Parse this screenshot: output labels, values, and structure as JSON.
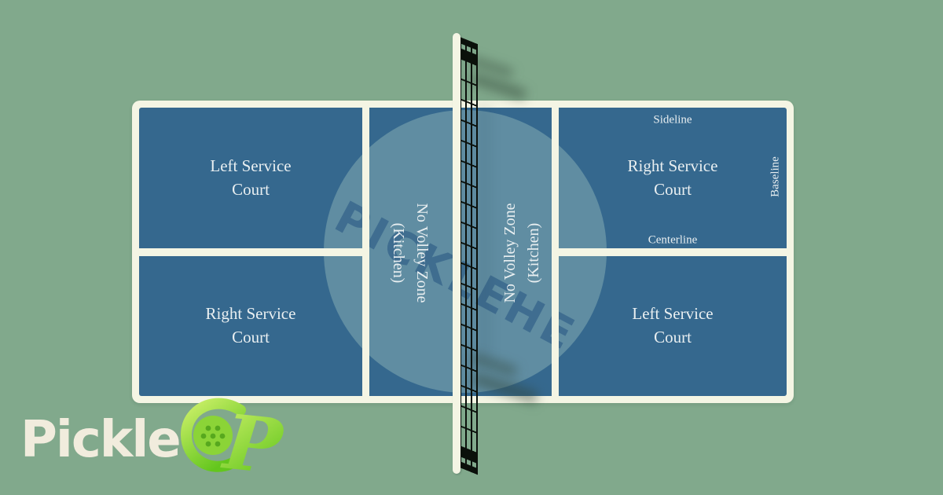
{
  "colors": {
    "bg": "#81a98c",
    "court": "#35688e",
    "line": "#f4f5e4",
    "label": "#e9eff1",
    "wm-circle": "rgba(197,228,209,0.30)",
    "wm-text": "#1f4f7e",
    "net": "#0b100b",
    "cream": "#f1ecdd",
    "lime-a": "#cdf06a",
    "lime-b": "#63c61d",
    "ball": "#8bd437",
    "hole": "#57a81e",
    "shadow": "rgba(48,68,53,0.5)"
  },
  "court": {
    "quadrants": {
      "top_left": "Left Service Court",
      "bottom_left": "Right Service Court",
      "top_right": "Right Service Court",
      "bottom_right": "Left Service Court"
    },
    "kitchen": {
      "line1": "No Volley Zone",
      "line2": "(Kitchen)"
    },
    "line_labels": {
      "sideline": "Sideline",
      "baseline": "Baseline",
      "centerline": "Centerline"
    }
  },
  "watermark": {
    "text": "PICKLEHEADS"
  },
  "logo": {
    "text": "Pickle",
    "icon": "pickleball-paddle-p-icon"
  }
}
